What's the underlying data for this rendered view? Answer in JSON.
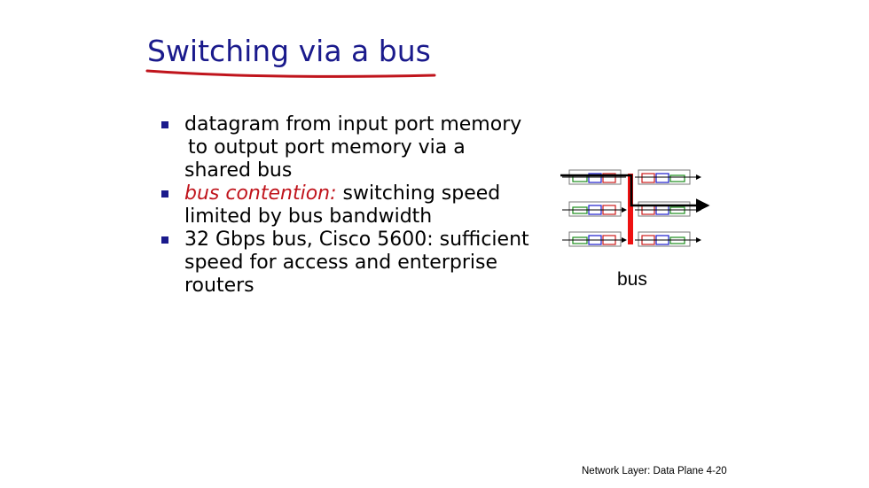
{
  "title": "Switching via a bus",
  "bullets": [
    {
      "lines": [
        "datagram from input port memory",
        "to output port memory via a",
        "shared bus"
      ]
    },
    {
      "prefix": "bus contention:",
      "lines": [
        "switching speed",
        "limited by bus bandwidth"
      ]
    },
    {
      "lines": [
        "32 Gbps bus, Cisco 5600: sufficient",
        "speed for access and enterprise",
        "routers"
      ]
    }
  ],
  "diagram": {
    "bus_label": "bus",
    "input_port_count": 3,
    "output_port_count": 3,
    "colors": {
      "bus": "#ee1111",
      "queue_green": "#1a8c1a",
      "queue_blue": "#1a1acc",
      "queue_red": "#cc1a1a",
      "port_box": "#777777"
    }
  },
  "footer": "Network Layer: Data Plane  4-20",
  "colors": {
    "title": "#1a1a8c",
    "underline": "#c0141c",
    "accent_text": "#c0141c",
    "bullet": "#1a1a8c"
  }
}
